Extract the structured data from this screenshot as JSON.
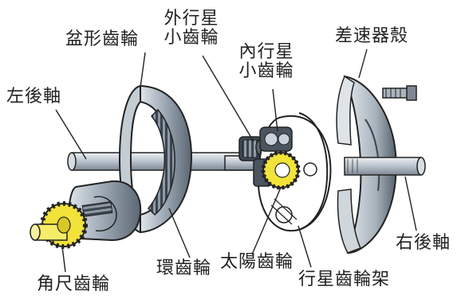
{
  "labels": {
    "left_axle": "左後軸",
    "ring_bevel_gear": "盆形齒輪",
    "outer_planet_line1": "外行星",
    "outer_planet_line2": "小齒輪",
    "inner_planet_line1": "內行星",
    "inner_planet_line2": "小齒輪",
    "diff_case": "差速器殼",
    "right_axle": "右後軸",
    "ring_gear": "環齒輪",
    "sun_gear": "太陽齒輪",
    "planet_carrier": "行星齒輪架",
    "pinion_gear": "角尺齒輪"
  },
  "colors": {
    "steel": "#9aa6b2",
    "steel_light": "#c9d2db",
    "steel_dark": "#4d5966",
    "gear_yellow": "#f2e33a",
    "outline": "#222222"
  }
}
